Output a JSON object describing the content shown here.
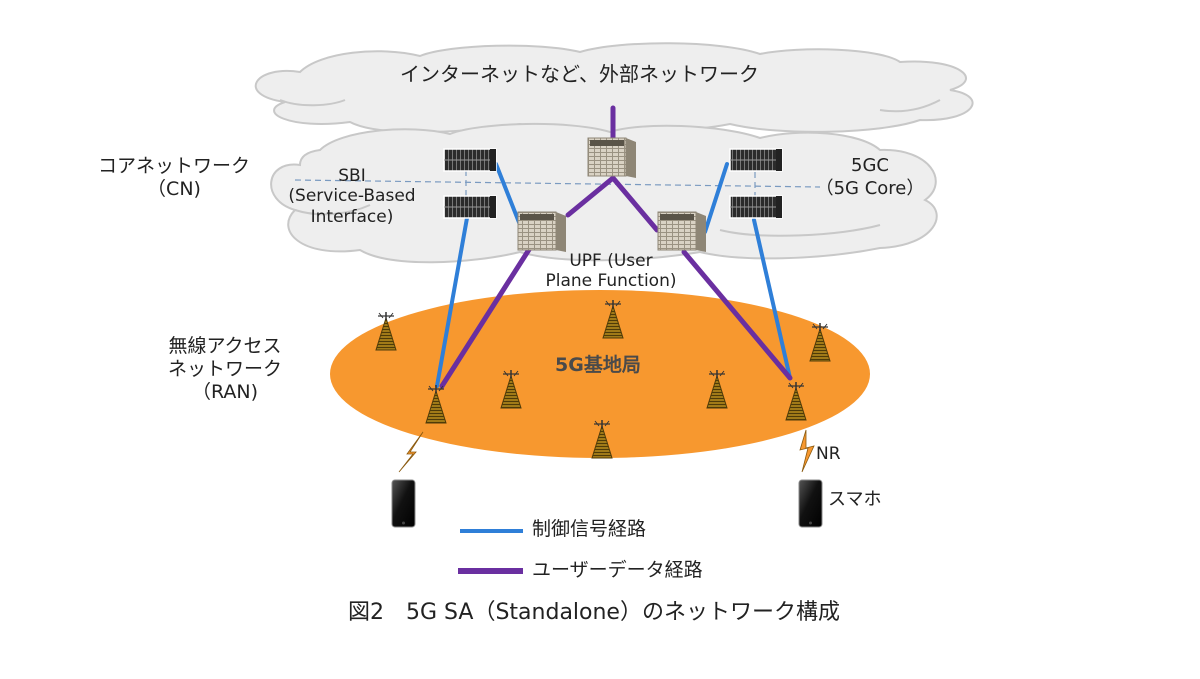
{
  "diagram": {
    "external_cloud_label": "インターネットなど、外部ネットワーク",
    "core_network_label": [
      "コアネットワーク",
      "（CN)"
    ],
    "ran_label": [
      "無線アクセス",
      "ネットワーク",
      "（RAN)"
    ],
    "sbi_label": [
      "SBI",
      "(Service-Based",
      "Interface)"
    ],
    "fivegc_label": [
      "5GC",
      "（5G Core）"
    ],
    "upf_label": [
      "UPF (User",
      "Plane Function)"
    ],
    "base_station_label": "5G基地局",
    "nr_label": "NR",
    "smartphone_label": "スマホ",
    "legend": [
      {
        "label": "制御信号経路",
        "color": "#2f7fd8"
      },
      {
        "label": "ユーザーデータ経路",
        "color": "#6a2fa0"
      }
    ],
    "caption": "図2　5G SA（Standalone）のネットワーク構成",
    "colors": {
      "cloud_fill": "#eeeeee",
      "cloud_stroke": "#c8c8c8",
      "ran_fill": "#f7982f",
      "control_path": "#2f7fd8",
      "user_data_path": "#6a2fa0",
      "tower": "#8a6a14",
      "bolt": "#f7982f"
    }
  }
}
